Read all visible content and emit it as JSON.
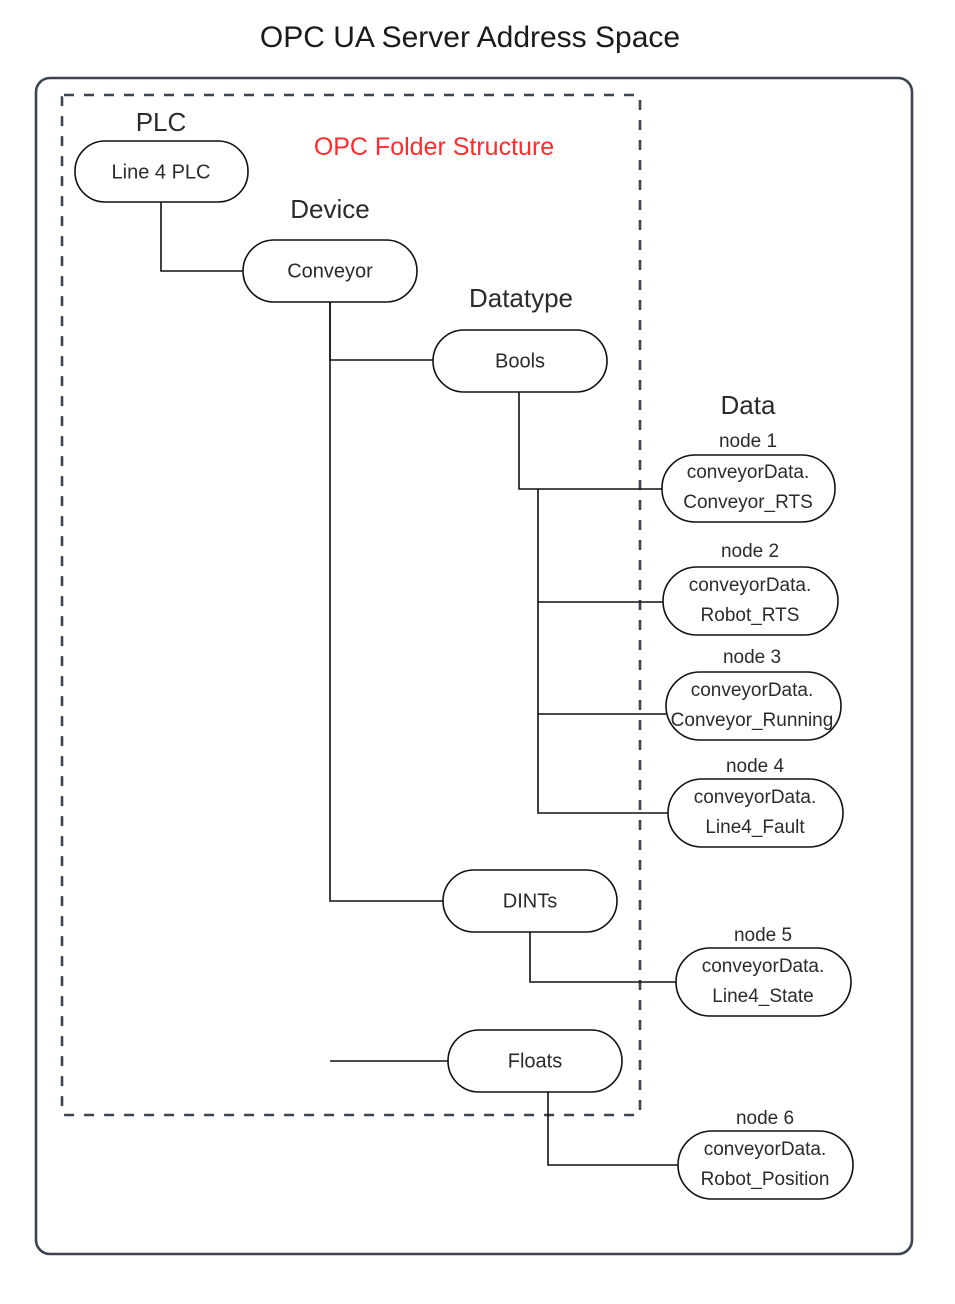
{
  "diagram": {
    "title": "OPC UA Server Address Space",
    "annotation": "OPC Folder Structure",
    "annotation_color": "#ff2b2b",
    "frame_color": "#3d4450",
    "node_stroke_color": "#111111",
    "background": "#ffffff",
    "group_captions": {
      "plc": "PLC",
      "device": "Device",
      "datatype": "Datatype",
      "data": "Data"
    },
    "nodes": {
      "plc": {
        "label": "Line 4 PLC"
      },
      "device": {
        "label": "Conveyor"
      },
      "bools": {
        "label": "Bools"
      },
      "dints": {
        "label": "DINTs"
      },
      "floats": {
        "label": "Floats"
      }
    },
    "data_nodes": [
      {
        "caption": "node 1",
        "line1": "conveyorData.",
        "line2": "Conveyor_RTS"
      },
      {
        "caption": "node 2",
        "line1": "conveyorData.",
        "line2": "Robot_RTS"
      },
      {
        "caption": "node 3",
        "line1": "conveyorData.",
        "line2": "Conveyor_Running"
      },
      {
        "caption": "node 4",
        "line1": "conveyorData.",
        "line2": "Line4_Fault"
      },
      {
        "caption": "node 5",
        "line1": "conveyorData.",
        "line2": "Line4_State"
      },
      {
        "caption": "node 6",
        "line1": "conveyorData.",
        "line2": "Robot_Position"
      }
    ]
  }
}
